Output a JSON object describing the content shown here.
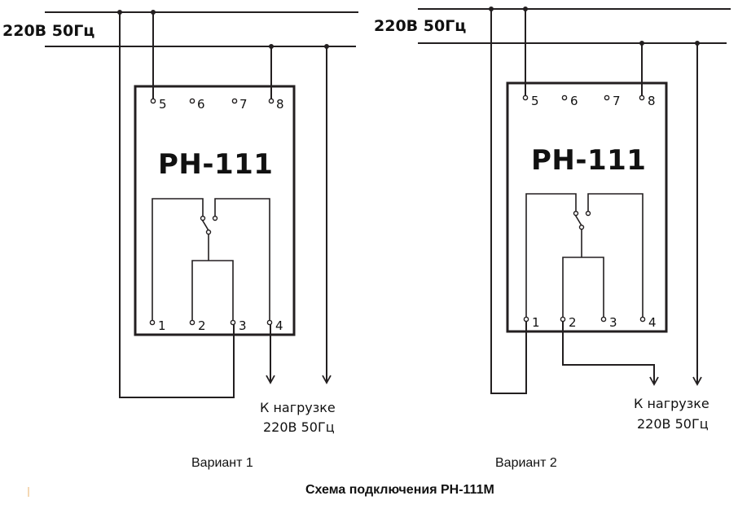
{
  "supply_label": "220В  50Гц",
  "relay_model": "РН-111",
  "pins": {
    "p1": "1",
    "p2": "2",
    "p3": "3",
    "p4": "4",
    "p5": "5",
    "p6": "6",
    "p7": "7",
    "p8": "8"
  },
  "load_label_line1": "К нагрузке",
  "load_label_line2": "220В 50Гц",
  "variant1_label": "Вариант 1",
  "variant2_label": "Вариант 2",
  "caption": "Схема подключения РН-111М"
}
